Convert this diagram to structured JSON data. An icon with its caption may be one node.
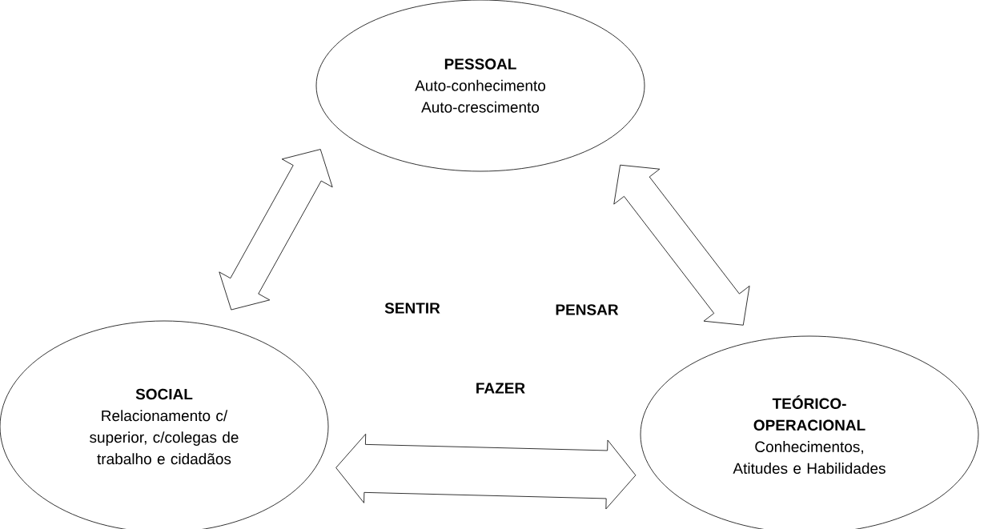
{
  "diagram": {
    "nodes": [
      {
        "text": [
          "PESSOAL",
          "Auto-conhecimento Auto-crescimento"
        ]
      },
      {
        "text": [
          "SOCIAL",
          "Relacionamento c/ superior, c/colegas de trabalho e cidadãos"
        ]
      },
      {
        "text": [
          "TEÓRICO-OPERACIONAL",
          "Conhecimentos, Atitudes e Habilidades"
        ]
      }
    ],
    "edges": [
      {
        "from": 1,
        "to": 0,
        "arrow": "both"
      },
      {
        "from": 0,
        "to": 2,
        "arrow": "both"
      },
      {
        "from": 1,
        "to": 2,
        "arrow": "both"
      }
    ],
    "labels": [
      "SENTIR",
      "PENSAR",
      "FAZER"
    ]
  }
}
